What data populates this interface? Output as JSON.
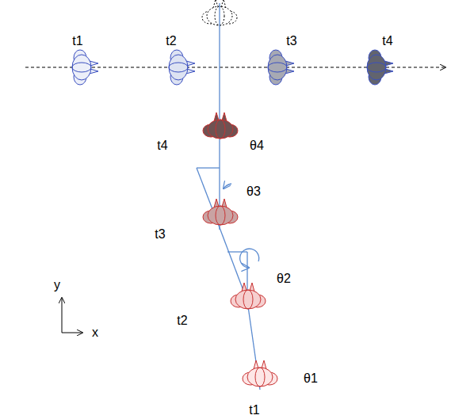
{
  "diagram": {
    "labels": [
      "t1",
      "t2",
      "t3",
      "t4",
      "t4",
      "θ4",
      "θ3",
      "t3",
      "θ2",
      "t2",
      "θ1",
      "t1",
      "y",
      "x"
    ]
  }
}
